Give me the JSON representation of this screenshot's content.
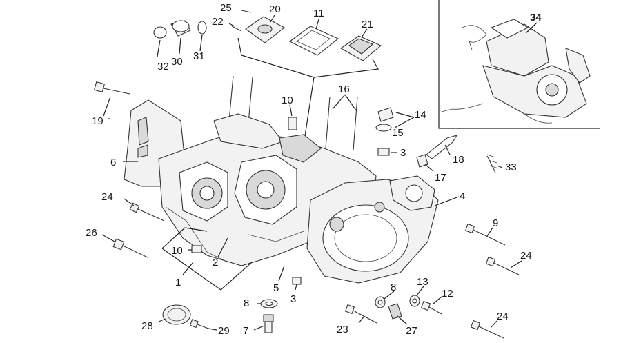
{
  "labels": {
    "l1": "1",
    "l2": "2",
    "l3a": "3",
    "l3b": "3",
    "l4": "4",
    "l5": "5",
    "l6": "6",
    "l7": "7",
    "l8a": "8",
    "l8b": "8",
    "l9": "9",
    "l10a": "10",
    "l10b": "10",
    "l11": "11",
    "l12": "12",
    "l13": "13",
    "l14": "14",
    "l15": "15",
    "l16": "16",
    "l17": "17",
    "l18": "18",
    "l19": "19",
    "l20": "20",
    "l21": "21",
    "l22": "22",
    "l23": "23",
    "l24a": "24",
    "l24b": "24",
    "l24c": "24",
    "l25": "25",
    "l26": "26",
    "l27": "27",
    "l28": "28",
    "l29": "29",
    "l30": "30",
    "l31": "31",
    "l32": "32",
    "l33": "33",
    "l34": "34"
  },
  "colors": {
    "line": "#222222",
    "background": "#ffffff",
    "part_fill": "#f2f2f2"
  }
}
